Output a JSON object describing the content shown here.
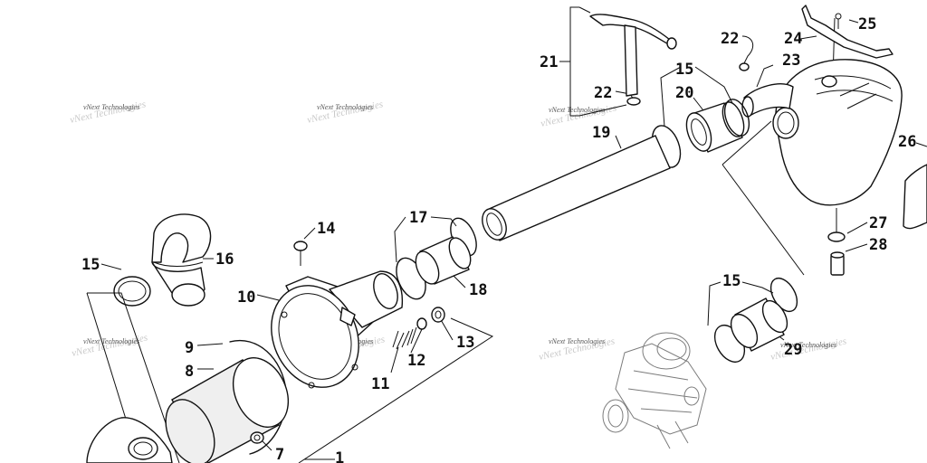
{
  "watermark": "vNext Technologies",
  "callouts": {
    "c1": "1",
    "c7": "7",
    "c8": "8",
    "c9": "9",
    "c10": "10",
    "c11": "11",
    "c12": "12",
    "c13": "13",
    "c14": "14",
    "c15a": "15",
    "c15b": "15",
    "c15c": "15",
    "c16": "16",
    "c17": "17",
    "c18": "18",
    "c19": "19",
    "c20": "20",
    "c21": "21",
    "c22a": "22",
    "c22b": "22",
    "c23": "23",
    "c24": "24",
    "c25": "25",
    "c26": "26",
    "c27": "27",
    "c28": "28",
    "c29": "29"
  }
}
